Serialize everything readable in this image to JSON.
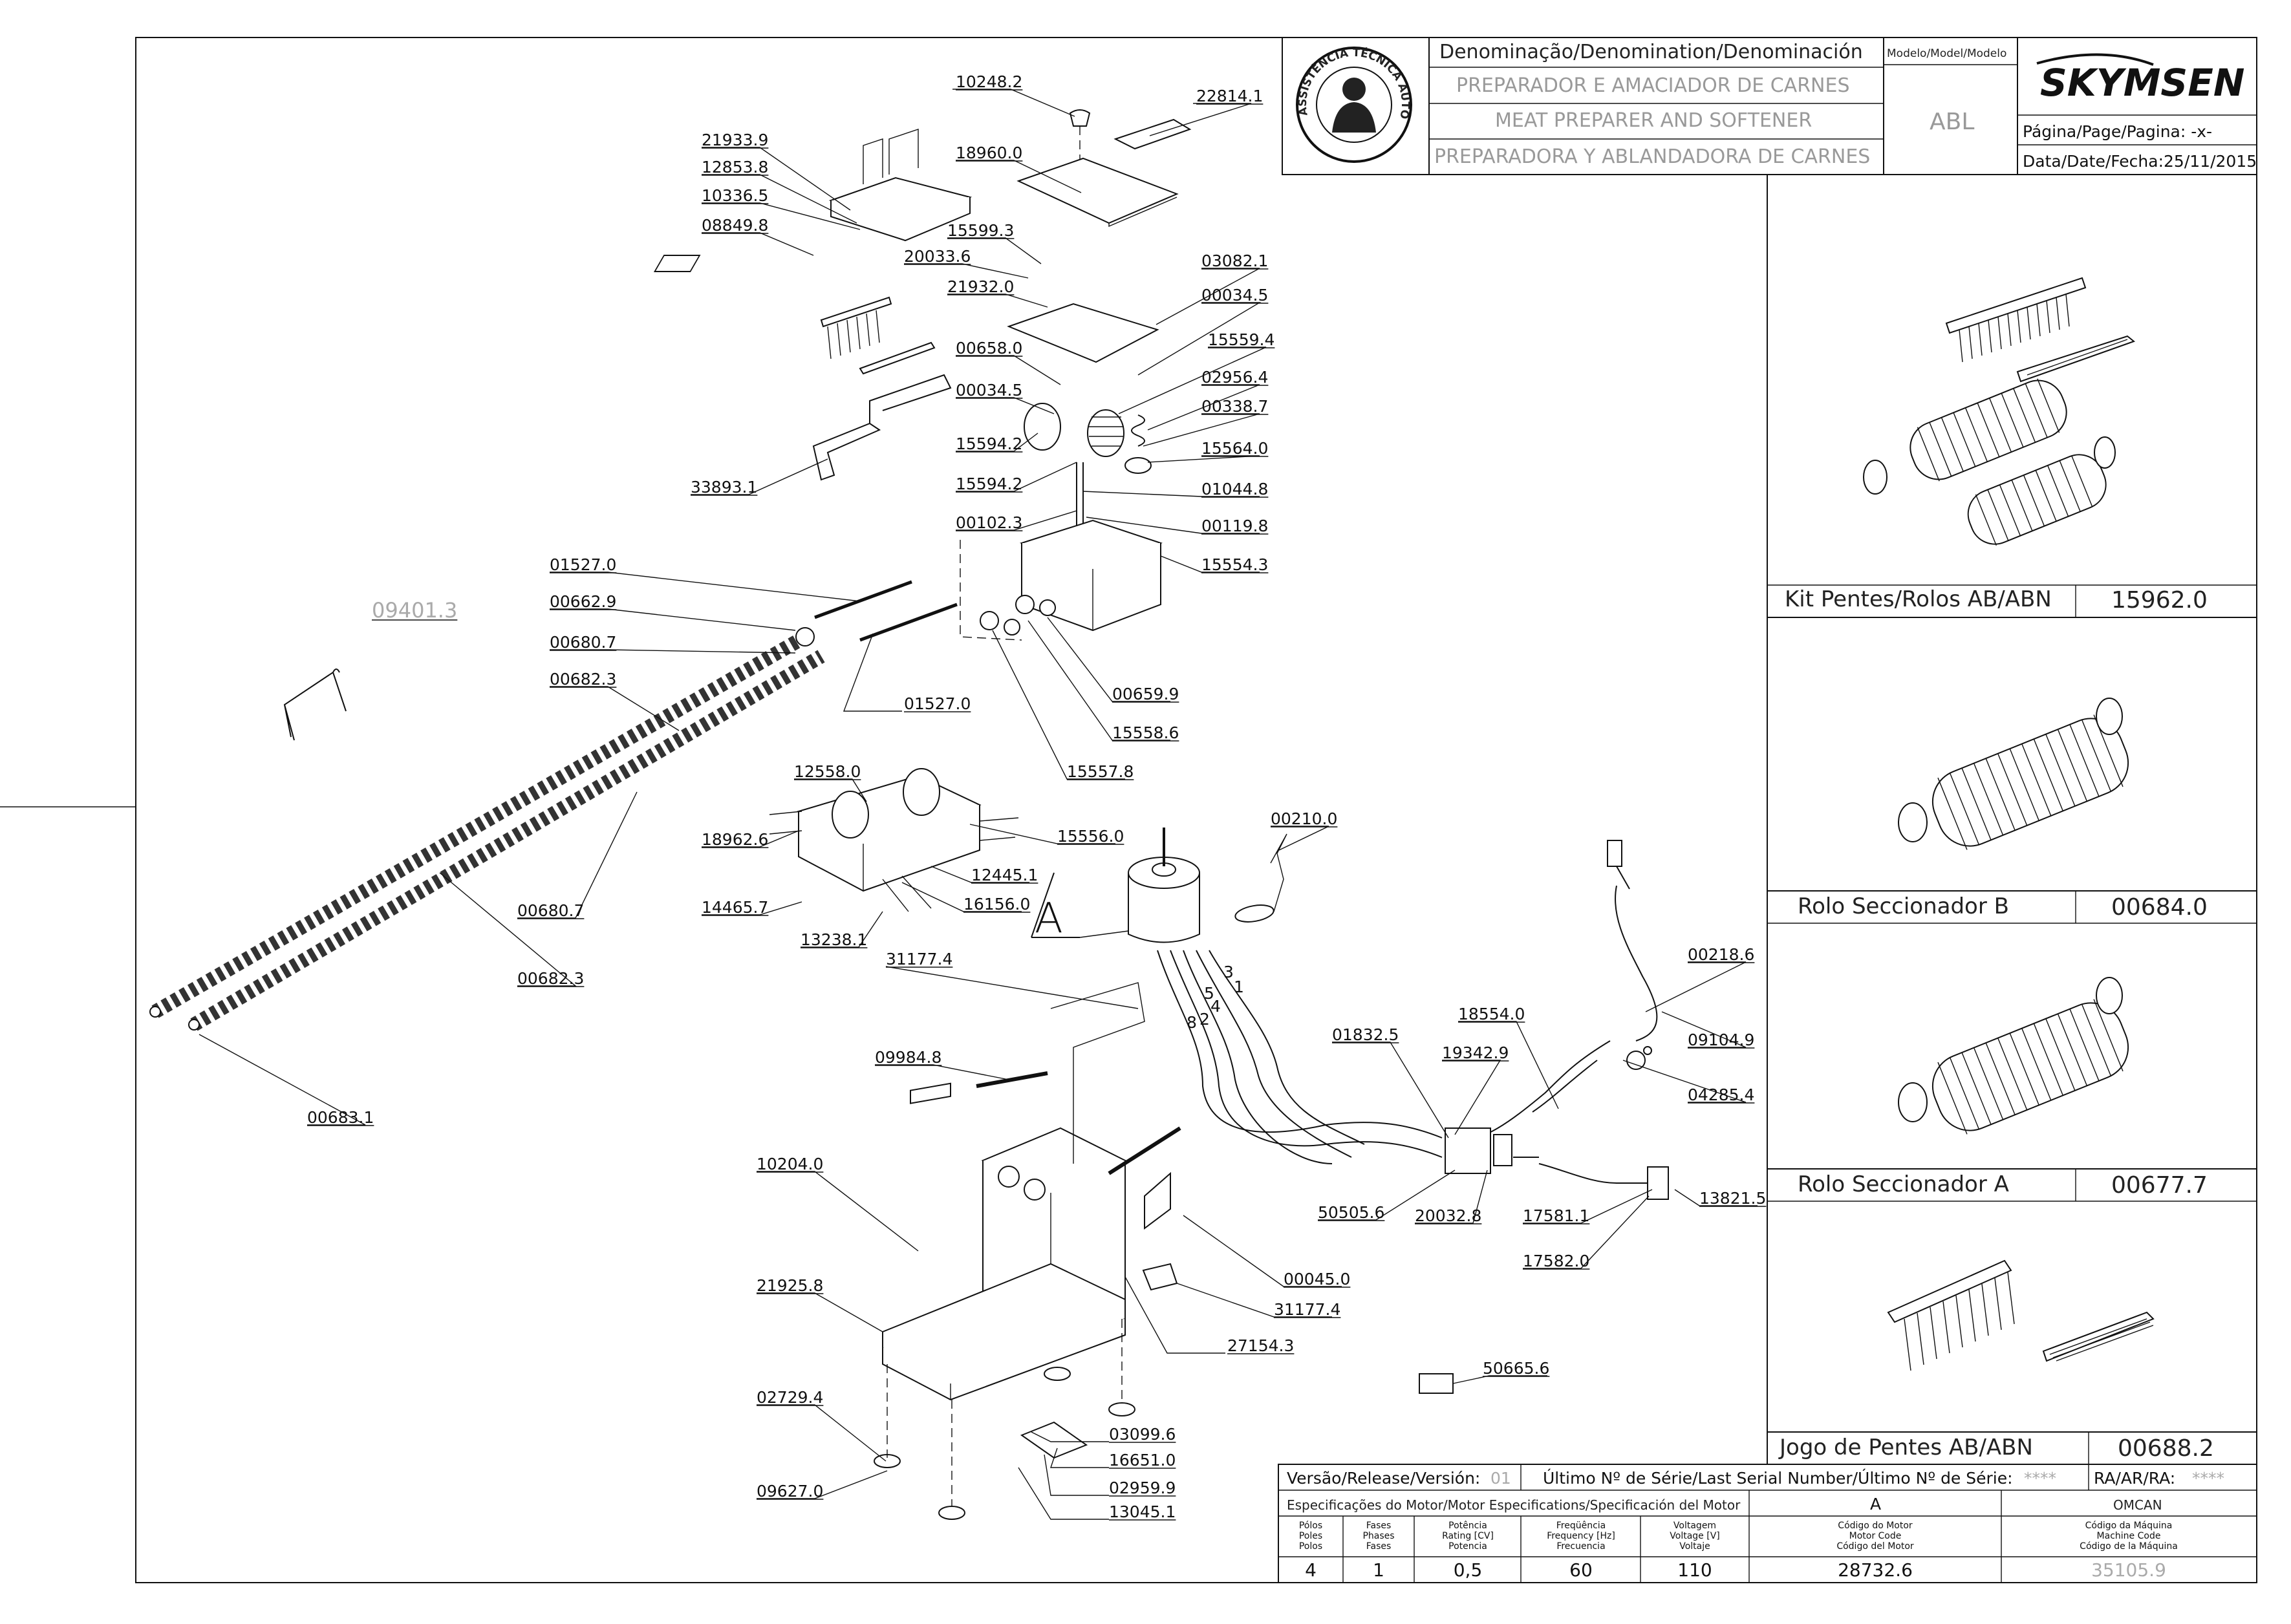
{
  "title_block": {
    "denomination_label": "Denominação/Denomination/Denominación",
    "model_label": "Modelo/Model/Modelo",
    "name_pt": "PREPARADOR E AMACIADOR DE CARNES",
    "name_en": "MEAT PREPARER AND SOFTENER",
    "name_es": "PREPARADORA Y ABLANDADORA DE CARNES",
    "model": "ABL",
    "brand": "SKYMSEN",
    "page_label": "Página/Page/Pagina: -x-",
    "date_label": "Data/Date/Fecha:25/11/2015",
    "seal_text": "ASSISTÊNCIA TÉCNICA AUTORIZADA"
  },
  "kits": [
    {
      "name": "Kit Pentes/Rolos AB/ABN",
      "code": "15962.0"
    },
    {
      "name": "Rolo Seccionador B",
      "code": "00684.0"
    },
    {
      "name": "Rolo Seccionador A",
      "code": "00677.7"
    },
    {
      "name": "Jogo de Pentes AB/ABN",
      "code": "00688.2"
    }
  ],
  "footer": {
    "version_label": "Versão/Release/Versión:",
    "version_value": "01",
    "serial_label": "Último Nº de Série/Last Serial Number/Último Nº de Série:",
    "serial_value": "****",
    "ra_label": "RA/AR/RA:",
    "ra_value": "****",
    "motor_spec_label": "Especificações do Motor/Motor Especifications/Specificación del Motor",
    "motor_variant": "A",
    "manufacturer": "OMCAN",
    "columns": [
      {
        "head": [
          "Pólos",
          "Poles",
          "Polos"
        ],
        "value": "4"
      },
      {
        "head": [
          "Fases",
          "Phases",
          "Fases"
        ],
        "value": "1"
      },
      {
        "head": [
          "Potência",
          "Rating [CV]",
          "Potencia"
        ],
        "value": "0,5"
      },
      {
        "head": [
          "Freqüência",
          "Frequency [Hz]",
          "Frecuencia"
        ],
        "value": "60"
      },
      {
        "head": [
          "Voltagem",
          "Voltage [V]",
          "Voltaje"
        ],
        "value": "110"
      },
      {
        "head": [
          "Código do Motor",
          "Motor Code",
          "Código del Motor"
        ],
        "value": "28732.6"
      },
      {
        "head": [
          "Código da Máquina",
          "Machine Code",
          "Código de la Máquina"
        ],
        "value": "35105.9"
      }
    ]
  },
  "detail_label": "A",
  "part_labels": [
    "10248.2",
    "22814.1",
    "18960.0",
    "21933.9",
    "12853.8",
    "10336.5",
    "08849.8",
    "15599.3",
    "20033.6",
    "21932.0",
    "03082.1",
    "00034.5",
    "15559.4",
    "00658.0",
    "00034.5",
    "02956.4",
    "00338.7",
    "15594.2",
    "15564.0",
    "15594.2",
    "01044.8",
    "00102.3",
    "00119.8",
    "33893.1",
    "15554.3",
    "01527.0",
    "00662.9",
    "00680.7",
    "00682.3",
    "01527.0",
    "00659.9",
    "15558.6",
    "15557.8",
    "09401.3",
    "12558.0",
    "18962.6",
    "15556.0",
    "12445.1",
    "14465.7",
    "16156.0",
    "13238.1",
    "00680.7",
    "00682.3",
    "00683.1",
    "00210.0",
    "31177.4",
    "00218.6",
    "18554.0",
    "01832.5",
    "19342.9",
    "09104.9",
    "04285.4",
    "09984.8",
    "10204.0",
    "50505.6",
    "20032.8",
    "17581.1",
    "13821.5",
    "17582.0",
    "00045.0",
    "31177.4",
    "21925.8",
    "27154.3",
    "50665.6",
    "02729.4",
    "03099.6",
    "16651.0",
    "09627.0",
    "02959.9",
    "13045.1"
  ],
  "wire_numbers": [
    "3",
    "1",
    "5",
    "4",
    "2",
    "8"
  ]
}
